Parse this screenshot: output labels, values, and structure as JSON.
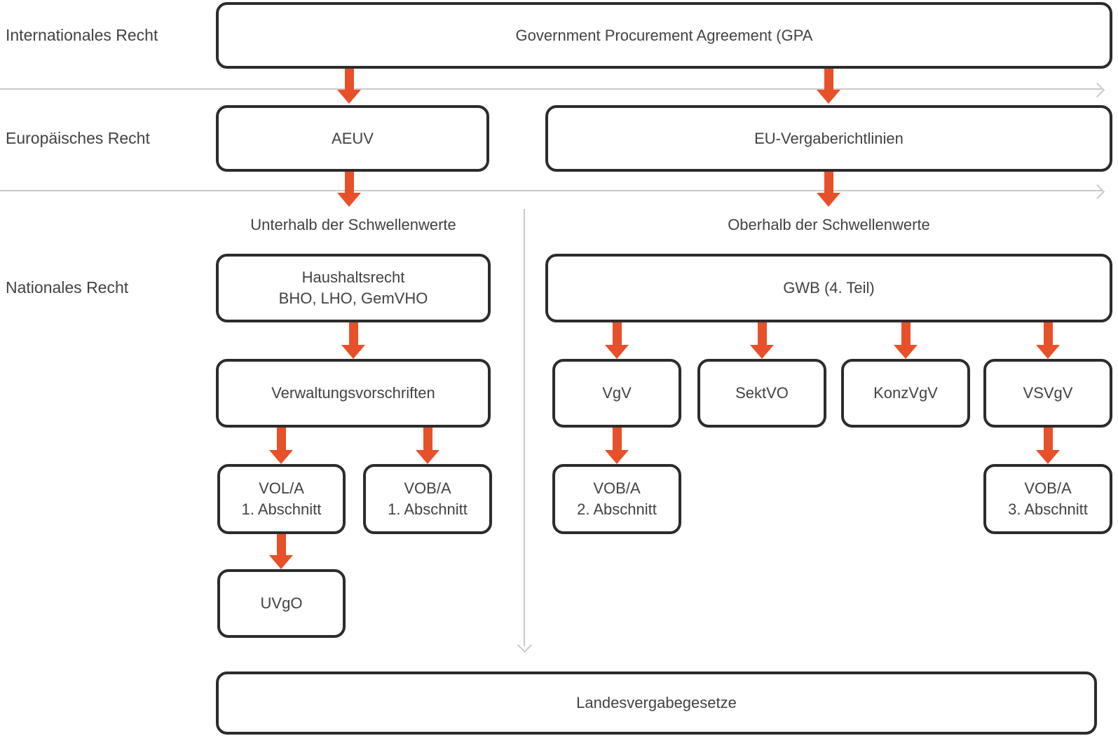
{
  "diagram": {
    "row_labels": {
      "international": "Internationales Recht",
      "european": "Europäisches Recht",
      "national": "Nationales Recht"
    },
    "section_headers": {
      "below": "Unterhalb der Schwellenwerte",
      "above": "Oberhalb der Schwellenwerte"
    },
    "nodes": {
      "gpa": "Government Procurement Agreement (GPA",
      "aeuv": "AEUV",
      "eu_directives": "EU-Vergaberichtlinien",
      "haushaltsrecht_line1": "Haushaltsrecht",
      "haushaltsrecht_line2": "BHO, LHO, GemVHO",
      "gwb": "GWB (4. Teil)",
      "verwaltungsvorschriften": "Verwaltungsvorschriften",
      "vgv": "VgV",
      "sektvo": "SektVO",
      "konzvgv": "KonzVgV",
      "vsvgv": "VSVgV",
      "vola1_line1": "VOL/A",
      "vola1_line2": "1. Abschnitt",
      "voba1_line1": "VOB/A",
      "voba1_line2": "1. Abschnitt",
      "voba2_line1": "VOB/A",
      "voba2_line2": "2. Abschnitt",
      "voba3_line1": "VOB/A",
      "voba3_line2": "3. Abschnitt",
      "uvgo": "UVgO",
      "landesvergabegesetze": "Landesvergabegesetze"
    },
    "colors": {
      "arrow": "#E8502A",
      "box_border": "#2E2B2B",
      "text": "#424242",
      "guide_line": "#C9C9C9"
    }
  }
}
